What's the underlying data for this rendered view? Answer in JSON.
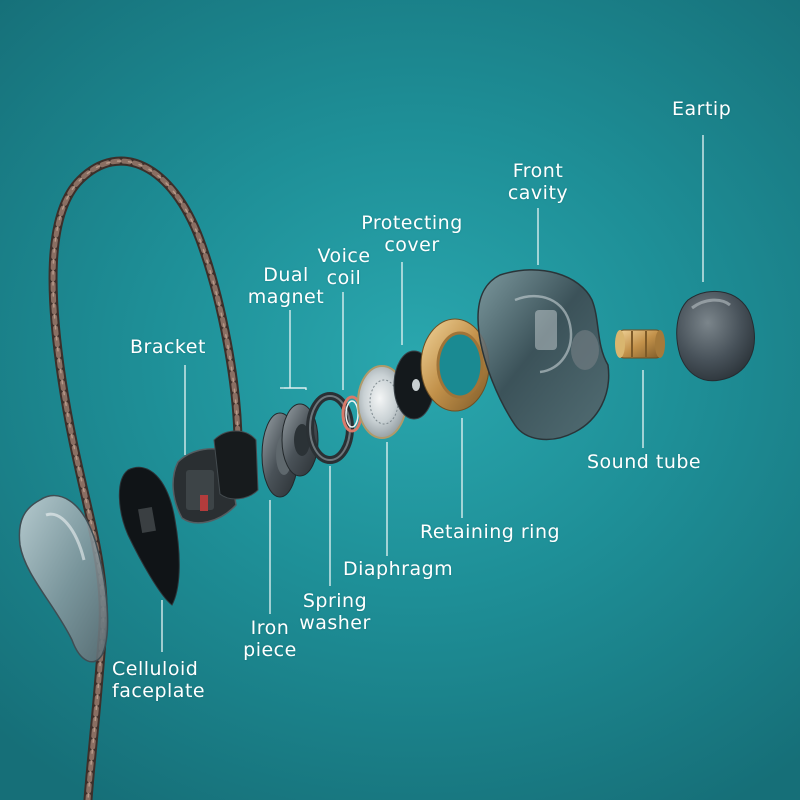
{
  "labels": {
    "eartip": "Eartip",
    "front_cavity": [
      "Front",
      "cavity"
    ],
    "protecting_cover": [
      "Protecting",
      "cover"
    ],
    "voice_coil": [
      "Voice",
      "coil"
    ],
    "dual_magnet": [
      "Dual",
      "magnet"
    ],
    "bracket": "Bracket",
    "sound_tube": "Sound tube",
    "retaining_ring": "Retaining ring",
    "diaphragm": "Diaphragm",
    "spring_washer": [
      "Spring",
      "washer"
    ],
    "iron_piece": [
      "Iron",
      "piece"
    ],
    "celluloid_faceplate": [
      "Celluloid",
      "faceplate"
    ]
  },
  "colors": {
    "background": "#1e8f97",
    "label_text": "#ffffff",
    "leader_line": "#e8f4f4",
    "gold": "#c99a4c",
    "shell": "#4a555c"
  }
}
